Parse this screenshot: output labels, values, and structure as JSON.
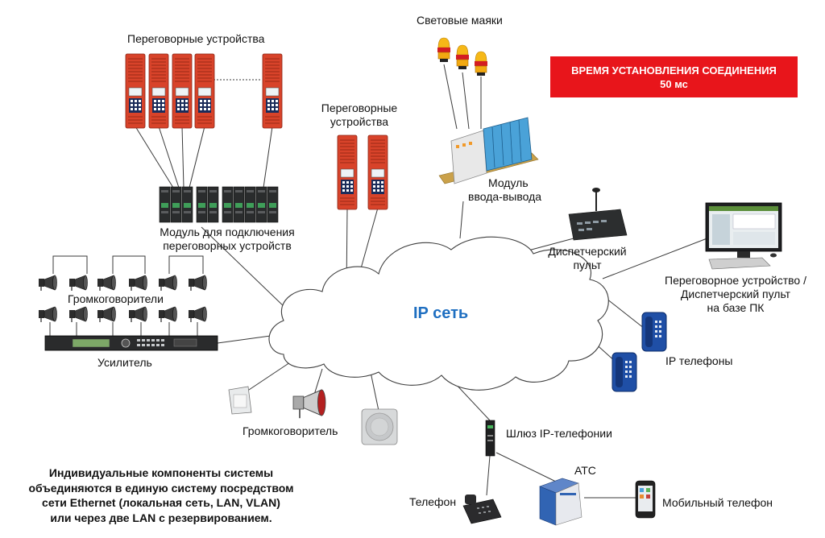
{
  "banner": {
    "line1": "ВРЕМЯ УСТАНОВЛЕНИЯ СОЕДИНЕНИЯ",
    "line2": "50 мс",
    "color": "#e8151b"
  },
  "network": {
    "label": "IP сеть",
    "label_color": "#1f6fc1"
  },
  "labels": {
    "intercom_top": "Переговорные устройства",
    "intercom_mid_1": "Переговорные",
    "intercom_mid_2": "устройства",
    "beacons": "Световые маяки",
    "io_module_1": "Модуль",
    "io_module_2": "ввода-вывода",
    "intercom_module_1": "Модуль для подключения",
    "intercom_module_2": "переговорных устройств",
    "dispatch_console_1": "Диспетчерский",
    "dispatch_console_2": "пульт",
    "pc_station_1": "Переговорное устройство /",
    "pc_station_2": "Диспетчерский пульт",
    "pc_station_3": "на базе ПК",
    "speakers_group": "Громкоговорители",
    "amplifier": "Усилитель",
    "ip_phones": "IP телефоны",
    "loudspeaker": "Громкоговоритель",
    "voip_gateway": "Шлюз IP-телефонии",
    "pbx": "АТС",
    "phone": "Телефон",
    "mobile_phone": "Мобильный телефон"
  },
  "note": {
    "line1": "Индивидуальные компоненты системы",
    "line2": "объединяются в единую систему посредством",
    "line3": "сети Ethernet (локальная сеть, LAN, VLAN)",
    "line4": "или через две LAN с резервированием."
  },
  "icons": {
    "intercom": "intercom-panel-icon",
    "beacon": "warning-beacon-icon",
    "horn": "horn-speaker-icon",
    "io_module": "din-rail-module-icon",
    "console": "desk-microphone-icon",
    "monitor": "pc-monitor-icon",
    "ip_phone": "wall-phone-icon",
    "gateway": "gateway-icon",
    "pbx": "pbx-server-icon",
    "desk_phone": "desk-phone-icon",
    "mobile": "smartphone-icon",
    "wall_speaker": "wall-speaker-icon",
    "ceiling_speaker": "ceiling-speaker-icon"
  },
  "colors": {
    "device_red": "#d8432a",
    "device_dark": "#2c2e2f",
    "phone_blue": "#1f4fa6",
    "wire": "#3a3a3a"
  }
}
